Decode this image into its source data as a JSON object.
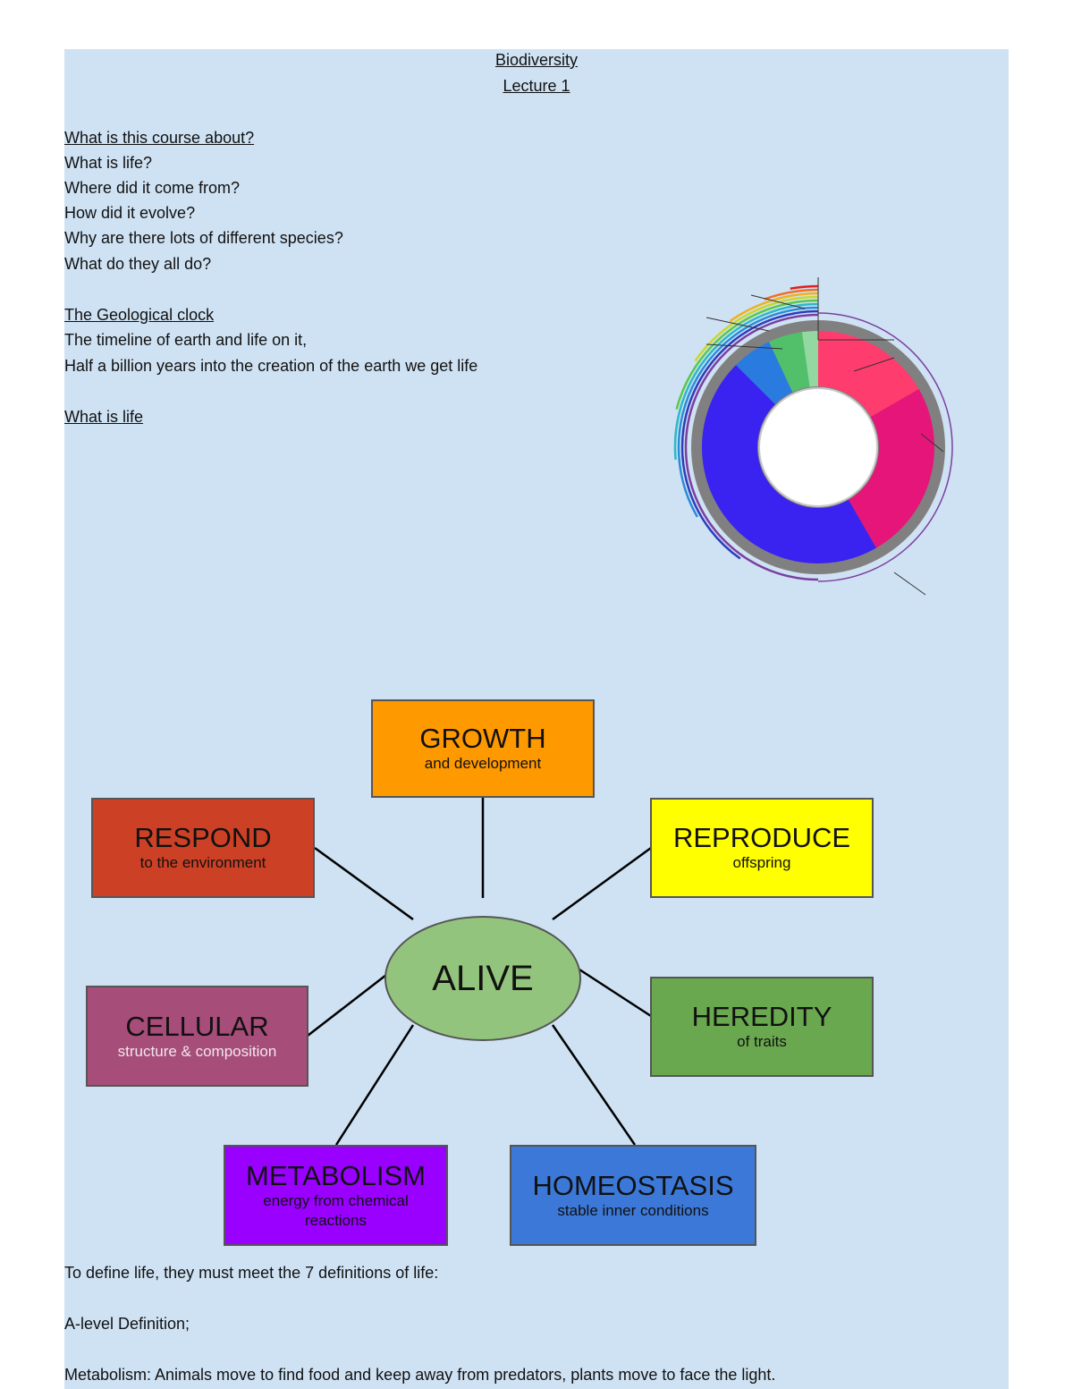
{
  "header": {
    "title": "Biodiversity",
    "subtitle": "Lecture 1"
  },
  "section_course": {
    "heading": "What is this course about?",
    "lines": [
      "What is life?",
      "Where did it come from?",
      "How did it evolve?",
      "Why are there lots of different species?",
      "What do they all do?"
    ]
  },
  "section_clock": {
    "heading": "The Geological clock",
    "lines": [
      "The timeline of earth and life on it,",
      "Half a billion years into the creation of the earth we get life"
    ]
  },
  "section_life": {
    "heading": "What is life"
  },
  "geological_clock_figure": {
    "colors": {
      "hadean": "#ff3c6e",
      "archean": "#e6157a",
      "proterozoic": "#3a22f0",
      "paleozoic": "#2a7be0",
      "mesozoic": "#52c06a",
      "cenozoic": "#92d8a0",
      "outer_ring": "#808080"
    }
  },
  "mindmap": {
    "center": "ALIVE",
    "center_color": "#93c47d",
    "nodes": [
      {
        "title": "GROWTH",
        "subtitle": "and development",
        "color": "#ff9900"
      },
      {
        "title": "RESPOND",
        "subtitle": "to the environment",
        "color": "#cc4125"
      },
      {
        "title": "REPRODUCE",
        "subtitle": "offspring",
        "color": "#ffff00"
      },
      {
        "title": "CELLULAR",
        "subtitle": "structure & composition",
        "color": "#a64d79"
      },
      {
        "title": "HEREDITY",
        "subtitle": "of traits",
        "color": "#6aa84f"
      },
      {
        "title": "METABOLISM",
        "subtitle": "energy from chemical reactions",
        "color": "#9900ff"
      },
      {
        "title": "HOMEOSTASIS",
        "subtitle": "stable inner conditions",
        "color": "#3c78d8"
      }
    ]
  },
  "footer": {
    "line1": "To define life, they must meet the 7 definitions of life:",
    "line2": "A-level Definition;",
    "line3": "Metabolism: Animals move to find food and keep away from predators, plants move to face the light."
  }
}
